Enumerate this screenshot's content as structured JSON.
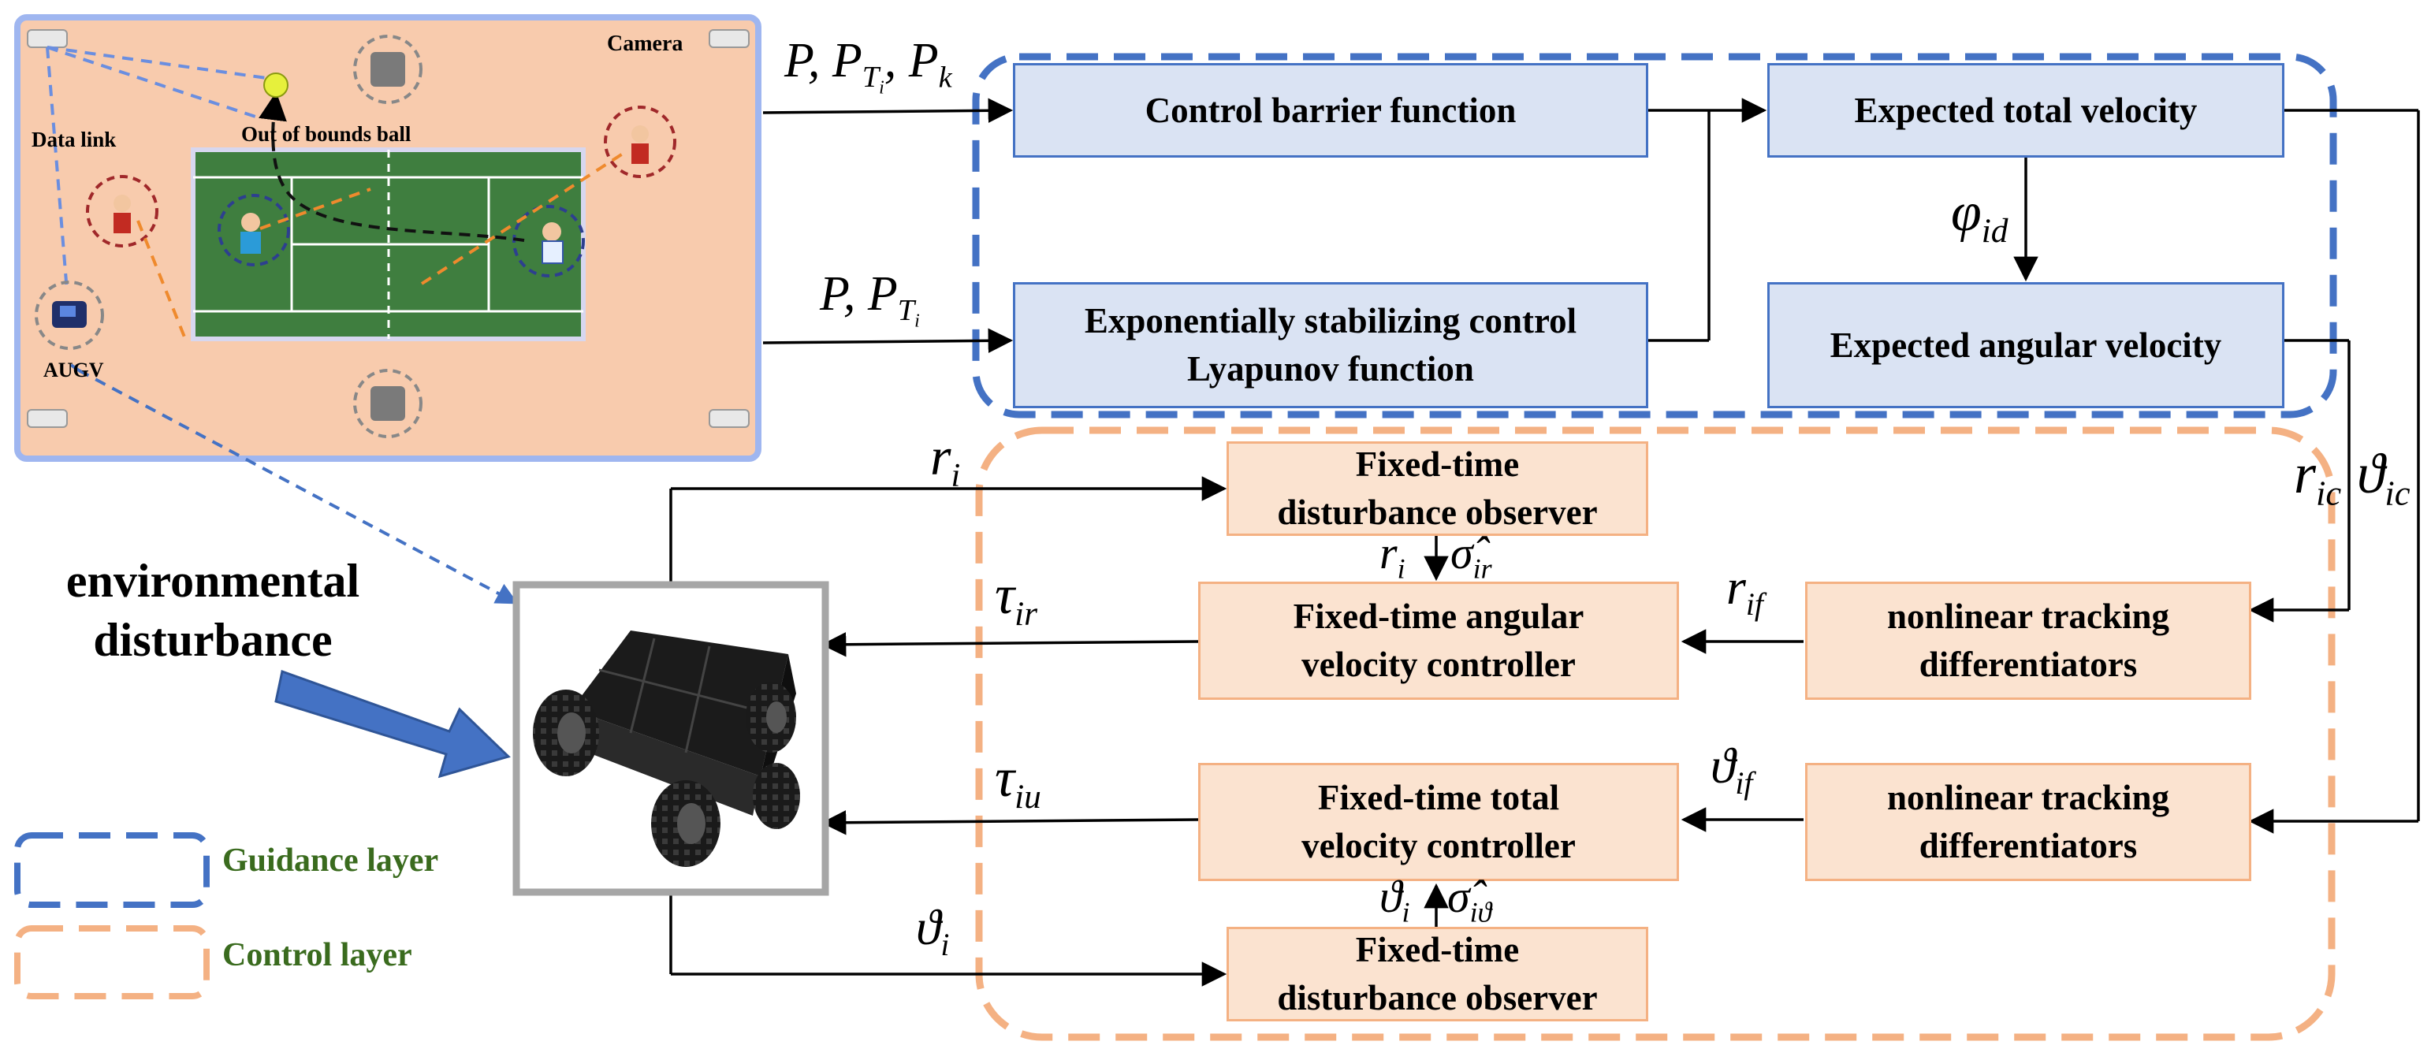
{
  "scene": {
    "camera_label": "Camera",
    "data_link_label": "Data link",
    "out_of_bounds_label": "Out of bounds ball",
    "augv_label": "AUGV"
  },
  "inputs": {
    "top_main": "P, P",
    "top_sub": "T",
    "top_subsub": "i",
    "top_tail_main": ", P",
    "top_tail_sub": "k",
    "bottom_main": "P, P",
    "bottom_sub": "T",
    "bottom_subsub": "i"
  },
  "guidance": {
    "cbf": "Control barrier function",
    "esclf_line1": "Exponentially stabilizing control",
    "esclf_line2": "Lyapunov function",
    "total_velocity": "Expected total velocity",
    "angular_velocity": "Expected angular velocity",
    "phi_main": "φ",
    "phi_sub": "id"
  },
  "control": {
    "observer_top_line1": "Fixed-time",
    "observer_top_line2": "disturbance observer",
    "angular_ctrl_line1": "Fixed-time angular",
    "angular_ctrl_line2": "velocity controller",
    "total_ctrl_line1": "Fixed-time total",
    "total_ctrl_line2": "velocity controller",
    "observer_bottom_line1": "Fixed-time",
    "observer_bottom_line2": "disturbance observer",
    "td_top_line1": "nonlinear tracking",
    "td_top_line2": "differentiators",
    "td_bottom_line1": "nonlinear tracking",
    "td_bottom_line2": "differentiators"
  },
  "signals": {
    "r_i": "r",
    "r_i_sub": "i",
    "r_ic": "r",
    "r_ic_sub": "ic",
    "theta_ic": "ϑ",
    "theta_ic_sub": "ic",
    "r_hat": "r",
    "r_hat_sub": "i",
    "sigma_ir": "σ̂",
    "sigma_ir_sub": "ir",
    "tau_ir": "τ",
    "tau_ir_sub": "ir",
    "r_if": "r",
    "r_if_sub": "if",
    "theta_if": "ϑ",
    "theta_if_sub": "if",
    "tau_iu": "τ",
    "tau_iu_sub": "iu",
    "theta_hat": "ϑ",
    "theta_hat_sub": "i",
    "sigma_itheta": "σ̂",
    "sigma_itheta_sub": "iϑ",
    "theta_i": "ϑ",
    "theta_i_sub": "i"
  },
  "env": {
    "line1": "environmental",
    "line2": "disturbance"
  },
  "legend": {
    "guidance": "Guidance layer",
    "control": "Control layer"
  },
  "colors": {
    "guidance_border": "#4472c4",
    "guidance_fill": "#dae3f3",
    "control_border": "#f4b183",
    "control_fill": "#fbe3d0",
    "scene_bg": "#f8cbad",
    "court": "#3d7a3d",
    "legend_text": "#3a6b1e",
    "arrow_blue": "#4472c4"
  }
}
